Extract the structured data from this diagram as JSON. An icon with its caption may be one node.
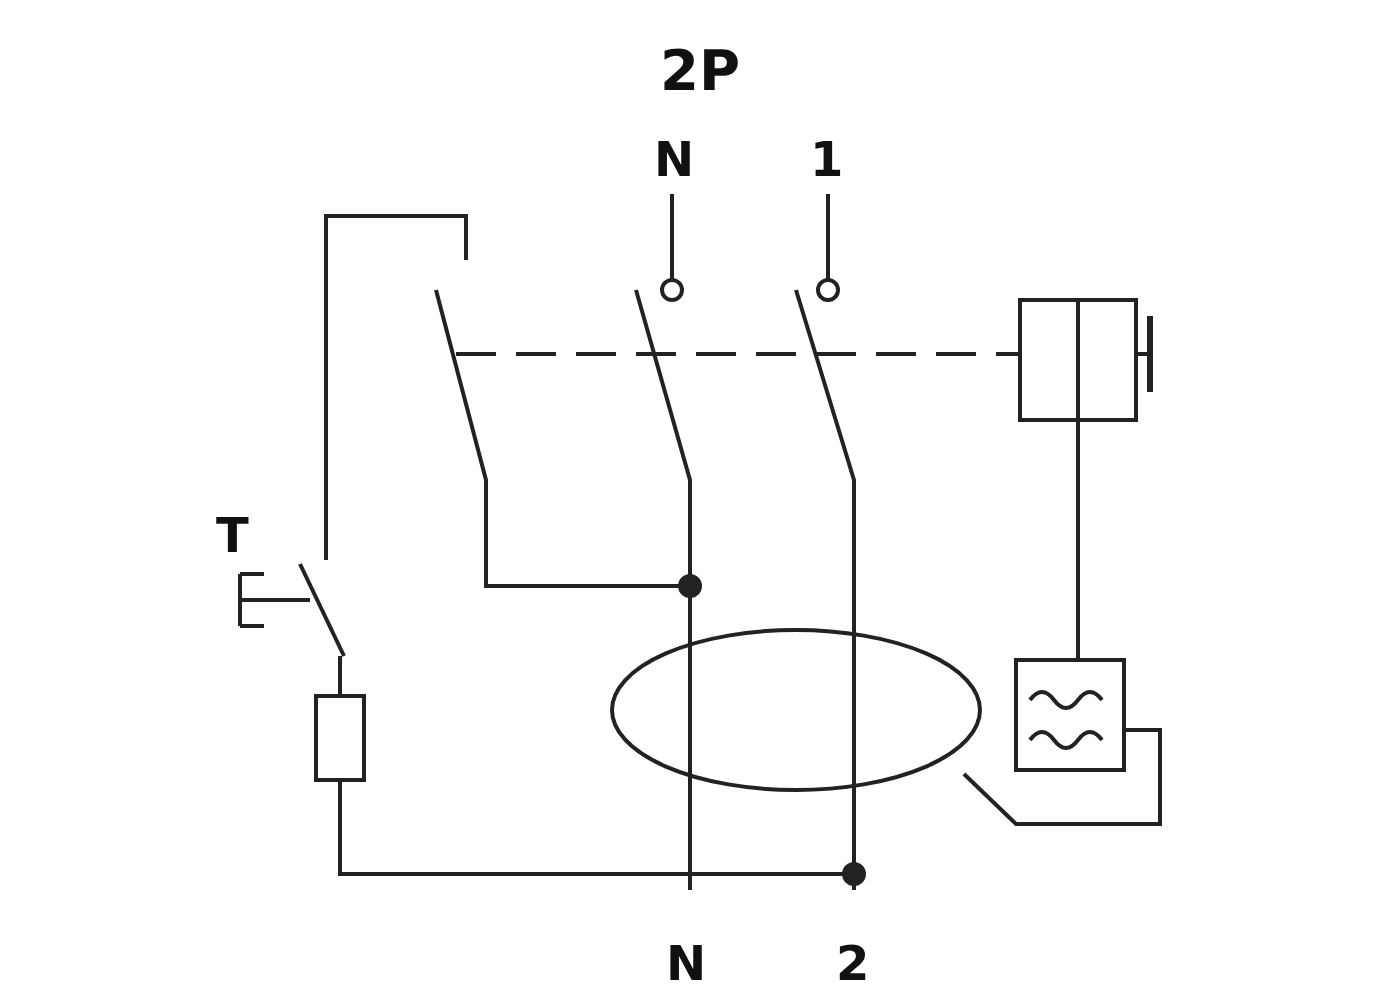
{
  "diagram": {
    "title": "2P",
    "labels": [
      "N",
      "1",
      "T",
      "N",
      "2"
    ]
  }
}
